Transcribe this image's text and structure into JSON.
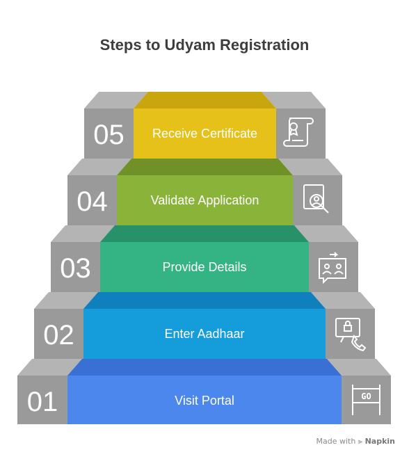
{
  "title": "Steps to Udyam Registration",
  "steps": [
    {
      "number": "01",
      "label": "Visit Portal",
      "color": "#4b87ec",
      "icon": "go-sign-icon"
    },
    {
      "number": "02",
      "label": "Enter Aadhaar",
      "color": "#159ddb",
      "icon": "secure-phone-icon"
    },
    {
      "number": "03",
      "label": "Provide Details",
      "color": "#34b384",
      "icon": "user-exchange-icon"
    },
    {
      "number": "04",
      "label": "Validate Application",
      "color": "#8ab33a",
      "icon": "profile-search-icon"
    },
    {
      "number": "05",
      "label": "Receive Certificate",
      "color": "#e6c11a",
      "icon": "certificate-scroll-icon"
    }
  ],
  "side_color": "#9a9a9a",
  "footer": {
    "prefix": "Made with",
    "brand": "Napkin"
  }
}
